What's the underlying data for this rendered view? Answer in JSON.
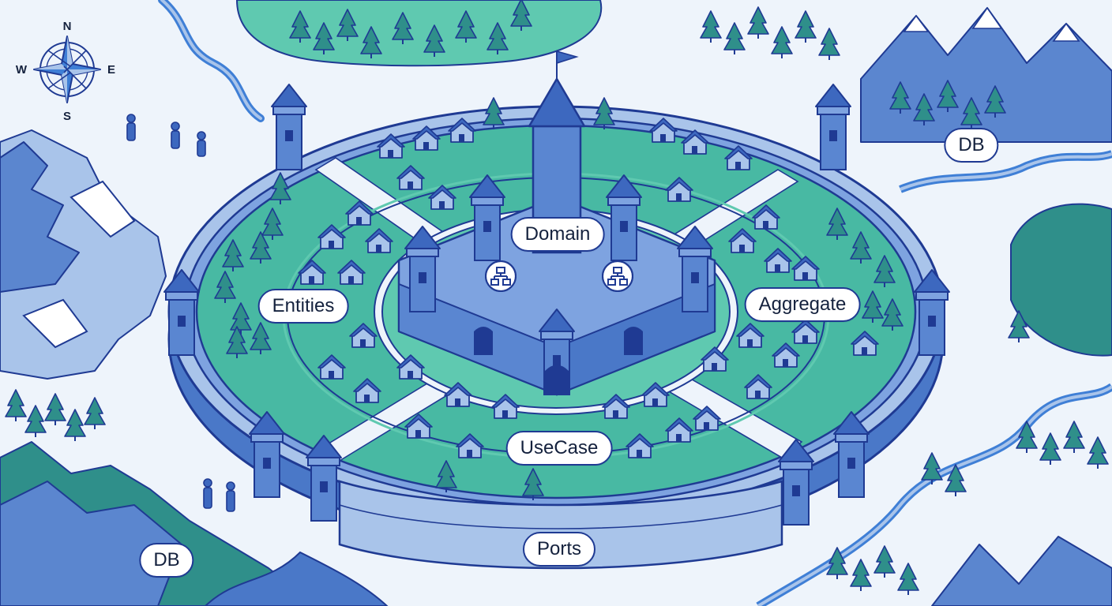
{
  "map": {
    "labels": {
      "domain": "Domain",
      "entities": "Entities",
      "aggregate": "Aggregate",
      "usecase": "UseCase",
      "ports": "Ports",
      "db_top_right": "DB",
      "db_bottom_left": "DB"
    },
    "compass": {
      "north": "N",
      "south": "S",
      "east": "E",
      "west": "W"
    },
    "icons": {
      "left_keep": "hierarchy-icon",
      "right_keep": "hierarchy-icon"
    },
    "colors": {
      "outline": "#1f3a93",
      "wall": "#4a78c8",
      "wall_light": "#a9c4ea",
      "grass": "#48b9a3",
      "grass_light": "#5fc9b0",
      "water": "#3f7fd6",
      "forest": "#2f8f8a",
      "mountain": "#5b86cf",
      "background": "#eef4fb"
    }
  }
}
